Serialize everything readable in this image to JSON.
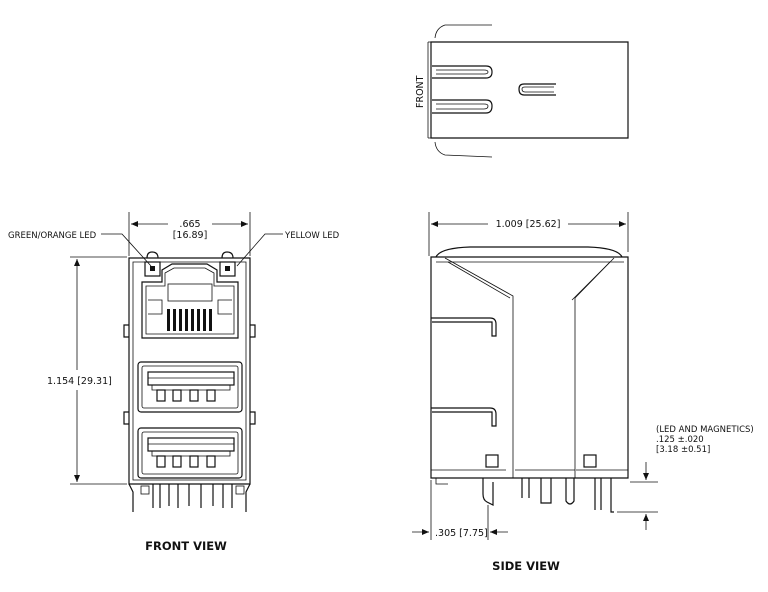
{
  "labels": {
    "front_marker": "FRONT",
    "green_orange_led": "GREEN/ORANGE LED",
    "yellow_led": "YELLOW LED",
    "led_and_magnetics": "(LED AND MAGNETICS)"
  },
  "dimensions": {
    "front_width_in": ".665",
    "front_width_mm": "[16.89]",
    "front_height": "1.154 [29.31]",
    "side_depth": "1.009 [25.62]",
    "pin_offset_in": ".125 ±.020",
    "pin_offset_mm": "[3.18 ±0.51]",
    "front_to_pin": ".305 [7.75]"
  },
  "titles": {
    "front_view": "FRONT VIEW",
    "side_view": "SIDE VIEW"
  }
}
